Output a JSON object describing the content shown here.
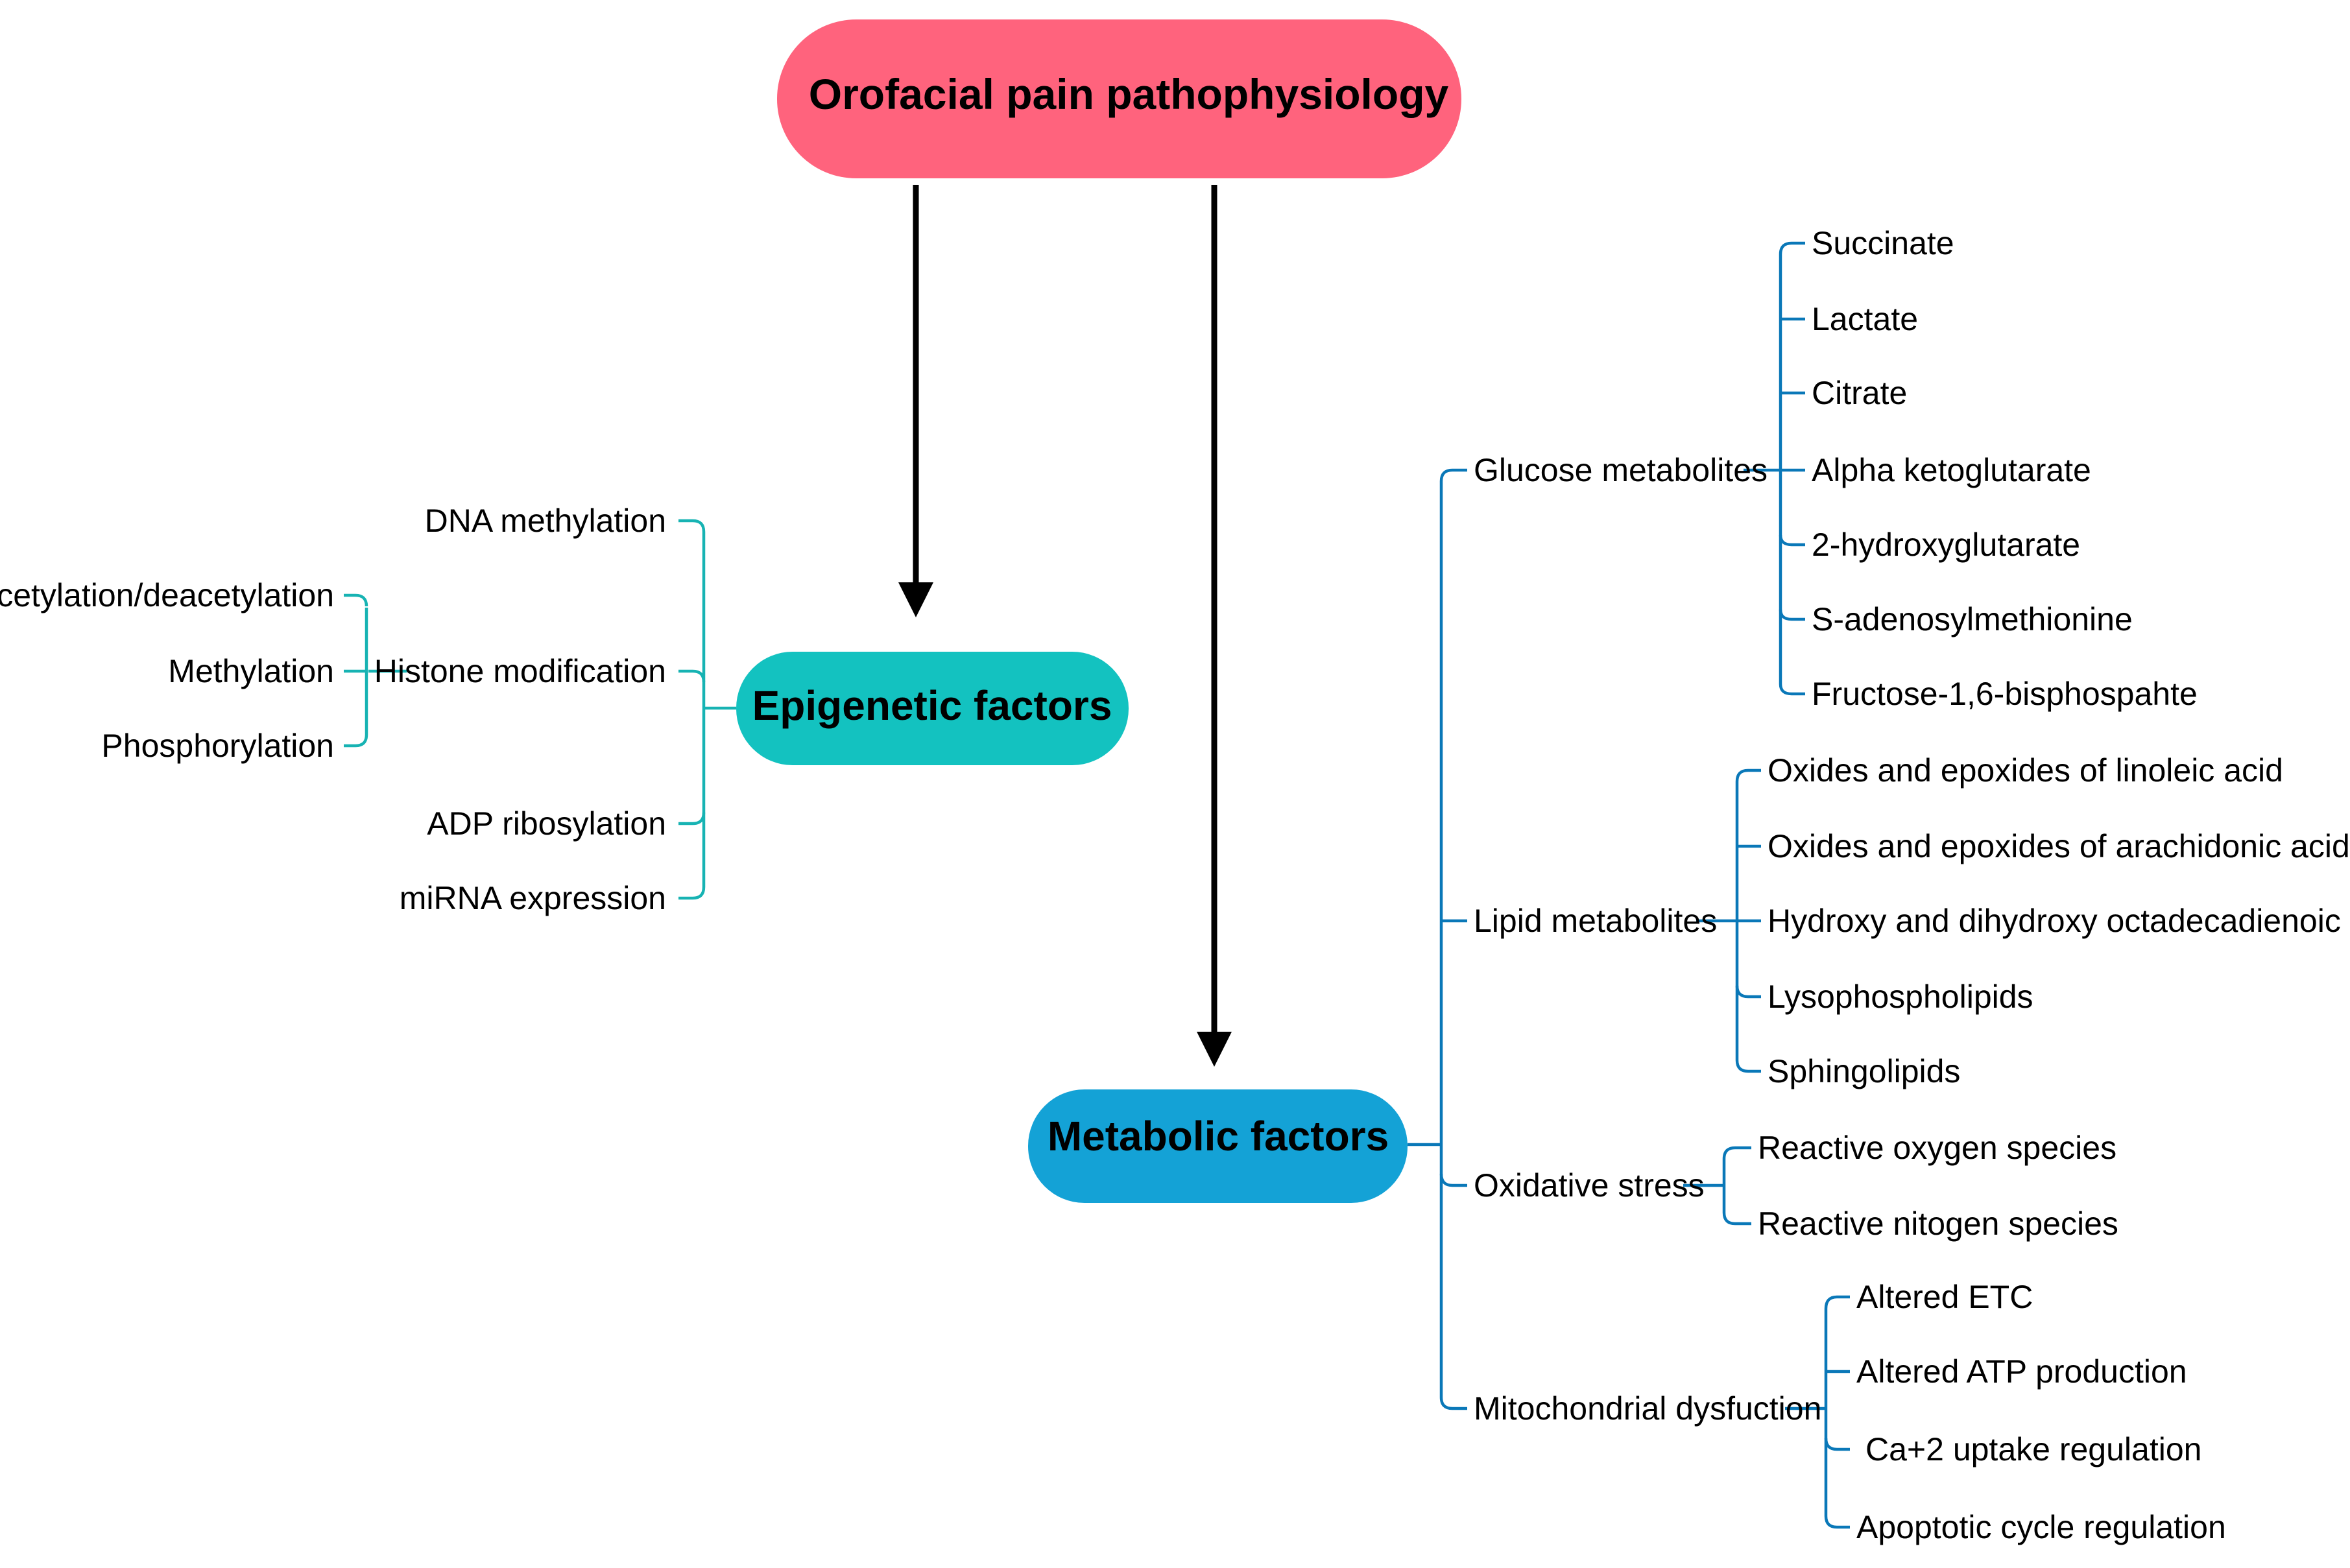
{
  "root": {
    "label": "Orofacial pain pathophysiology",
    "color": "#ff637d"
  },
  "epigenetic": {
    "label": "Epigenetic factors",
    "color": "#13c2c0",
    "line_color": "#17b3b3",
    "items": [
      {
        "label": "DNA methylation"
      },
      {
        "label": "Histone modification",
        "children": [
          {
            "label": "Acetylation/deacetylation"
          },
          {
            "label": "Methylation"
          },
          {
            "label": "Phosphorylation"
          }
        ]
      },
      {
        "label": "ADP ribosylation"
      },
      {
        "label": "miRNA expression"
      }
    ]
  },
  "metabolic": {
    "label": "Metabolic factors",
    "color": "#14a2d6",
    "line_color": "#0a78b8",
    "items": [
      {
        "label": "Glucose metabolites",
        "children": [
          {
            "label": "Succinate"
          },
          {
            "label": "Lactate"
          },
          {
            "label": "Citrate"
          },
          {
            "label": "Alpha ketoglutarate"
          },
          {
            "label": "2-hydroxyglutarate"
          },
          {
            "label": "S-adenosylmethionine"
          },
          {
            "label": "Fructose-1,6-bisphospahte"
          }
        ]
      },
      {
        "label": "Lipid metabolites",
        "children": [
          {
            "label": "Oxides and epoxides of linoleic acid"
          },
          {
            "label": "Oxides and epoxides of arachidonic acid"
          },
          {
            "label": "Hydroxy and dihydroxy octadecadienoic acid"
          },
          {
            "label": "Lysophospholipids"
          },
          {
            "label": "Sphingolipids"
          }
        ]
      },
      {
        "label": "Oxidative stress",
        "children": [
          {
            "label": "Reactive oxygen species"
          },
          {
            "label": "Reactive nitogen species"
          }
        ]
      },
      {
        "label": "Mitochondrial dysfuction",
        "children": [
          {
            "label": "Altered ETC"
          },
          {
            "label": "Altered ATP production"
          },
          {
            "label": "Ca+2 uptake regulation"
          },
          {
            "label": "Apoptotic cycle regulation"
          }
        ]
      }
    ]
  }
}
